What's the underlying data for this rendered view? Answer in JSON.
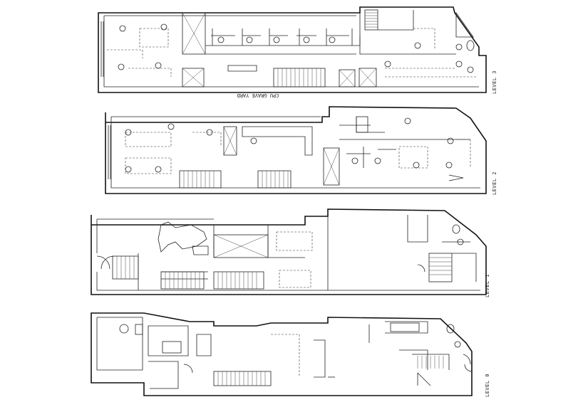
{
  "drawing": {
    "levels": [
      {
        "id": "level-3",
        "label": "LEVEL 3"
      },
      {
        "id": "level-2",
        "label": "LEVEL 2"
      },
      {
        "id": "level-1",
        "label": "LEVEL 1"
      },
      {
        "id": "level-0",
        "label": "LEVEL 0"
      }
    ],
    "annotations": {
      "yard_note": "CPU GRAVE YARD"
    },
    "colors": {
      "line": "#111111",
      "background": "#ffffff"
    }
  }
}
